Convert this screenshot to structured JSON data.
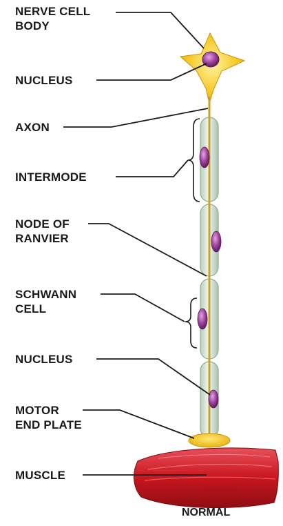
{
  "labels": {
    "nerve_cell_body": "NERVE CELL\nBODY",
    "nucleus_top": "NUCLEUS",
    "axon": "AXON",
    "intermode": "INTERMODE",
    "node_of_ranvier": "NODE OF\nRANVIER",
    "schwann_cell": "SCHWANN\nCELL",
    "nucleus_bottom": "NUCLEUS",
    "motor_end_plate": "MOTOR\nEND PLATE",
    "muscle": "MUSCLE"
  },
  "caption": "NORMAL",
  "colors": {
    "cell_body": "#f5c518",
    "nucleus": "#8e3a8f",
    "axon": "#c9a227",
    "myelin_sheath": "#dbe9dc",
    "muscle": "#d0202a",
    "label_text": "#1a1a1a"
  }
}
